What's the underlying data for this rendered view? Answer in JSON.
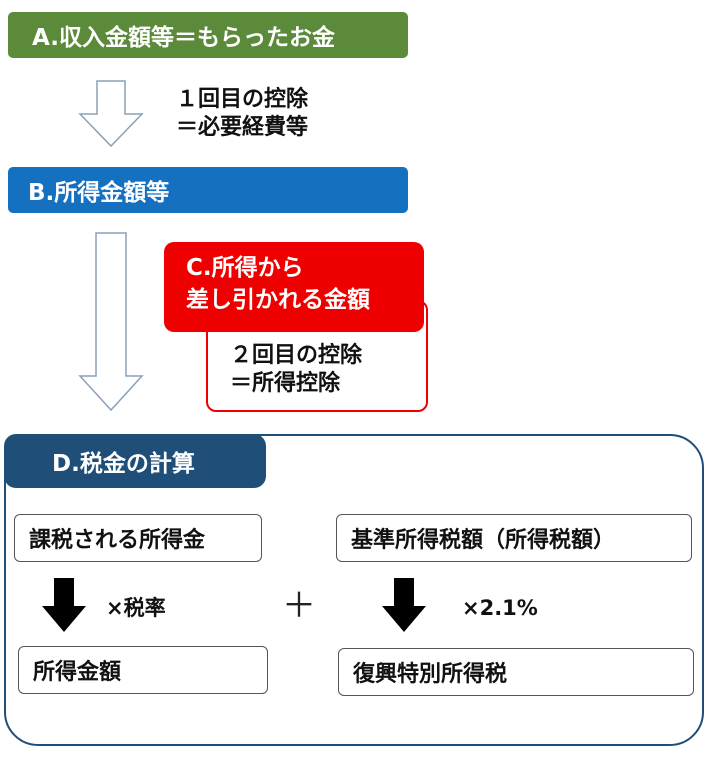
{
  "step_a": {
    "label": "A.収入金額等＝もらったお金",
    "color": "#5b8a3a"
  },
  "arrow_note_1": {
    "line1": "１回目の控除",
    "line2": "＝必要経費等"
  },
  "step_b": {
    "label": "B.所得金額等",
    "color": "#1670c0"
  },
  "step_c": {
    "line1": "C.所得から",
    "line2": "差し引かれる金額",
    "color": "#ee0000"
  },
  "arrow_note_2": {
    "line1": "２回目の控除",
    "line2": "＝所得控除"
  },
  "step_d": {
    "title": "D.税金の計算",
    "color": "#1f4e79",
    "left": {
      "top": "課税される所得金",
      "op": "×税率",
      "bottom": "所得金額"
    },
    "plus": "＋",
    "right": {
      "top": "基準所得税額（所得税額）",
      "op": "×2.1%",
      "bottom": "復興特別所得税"
    }
  }
}
